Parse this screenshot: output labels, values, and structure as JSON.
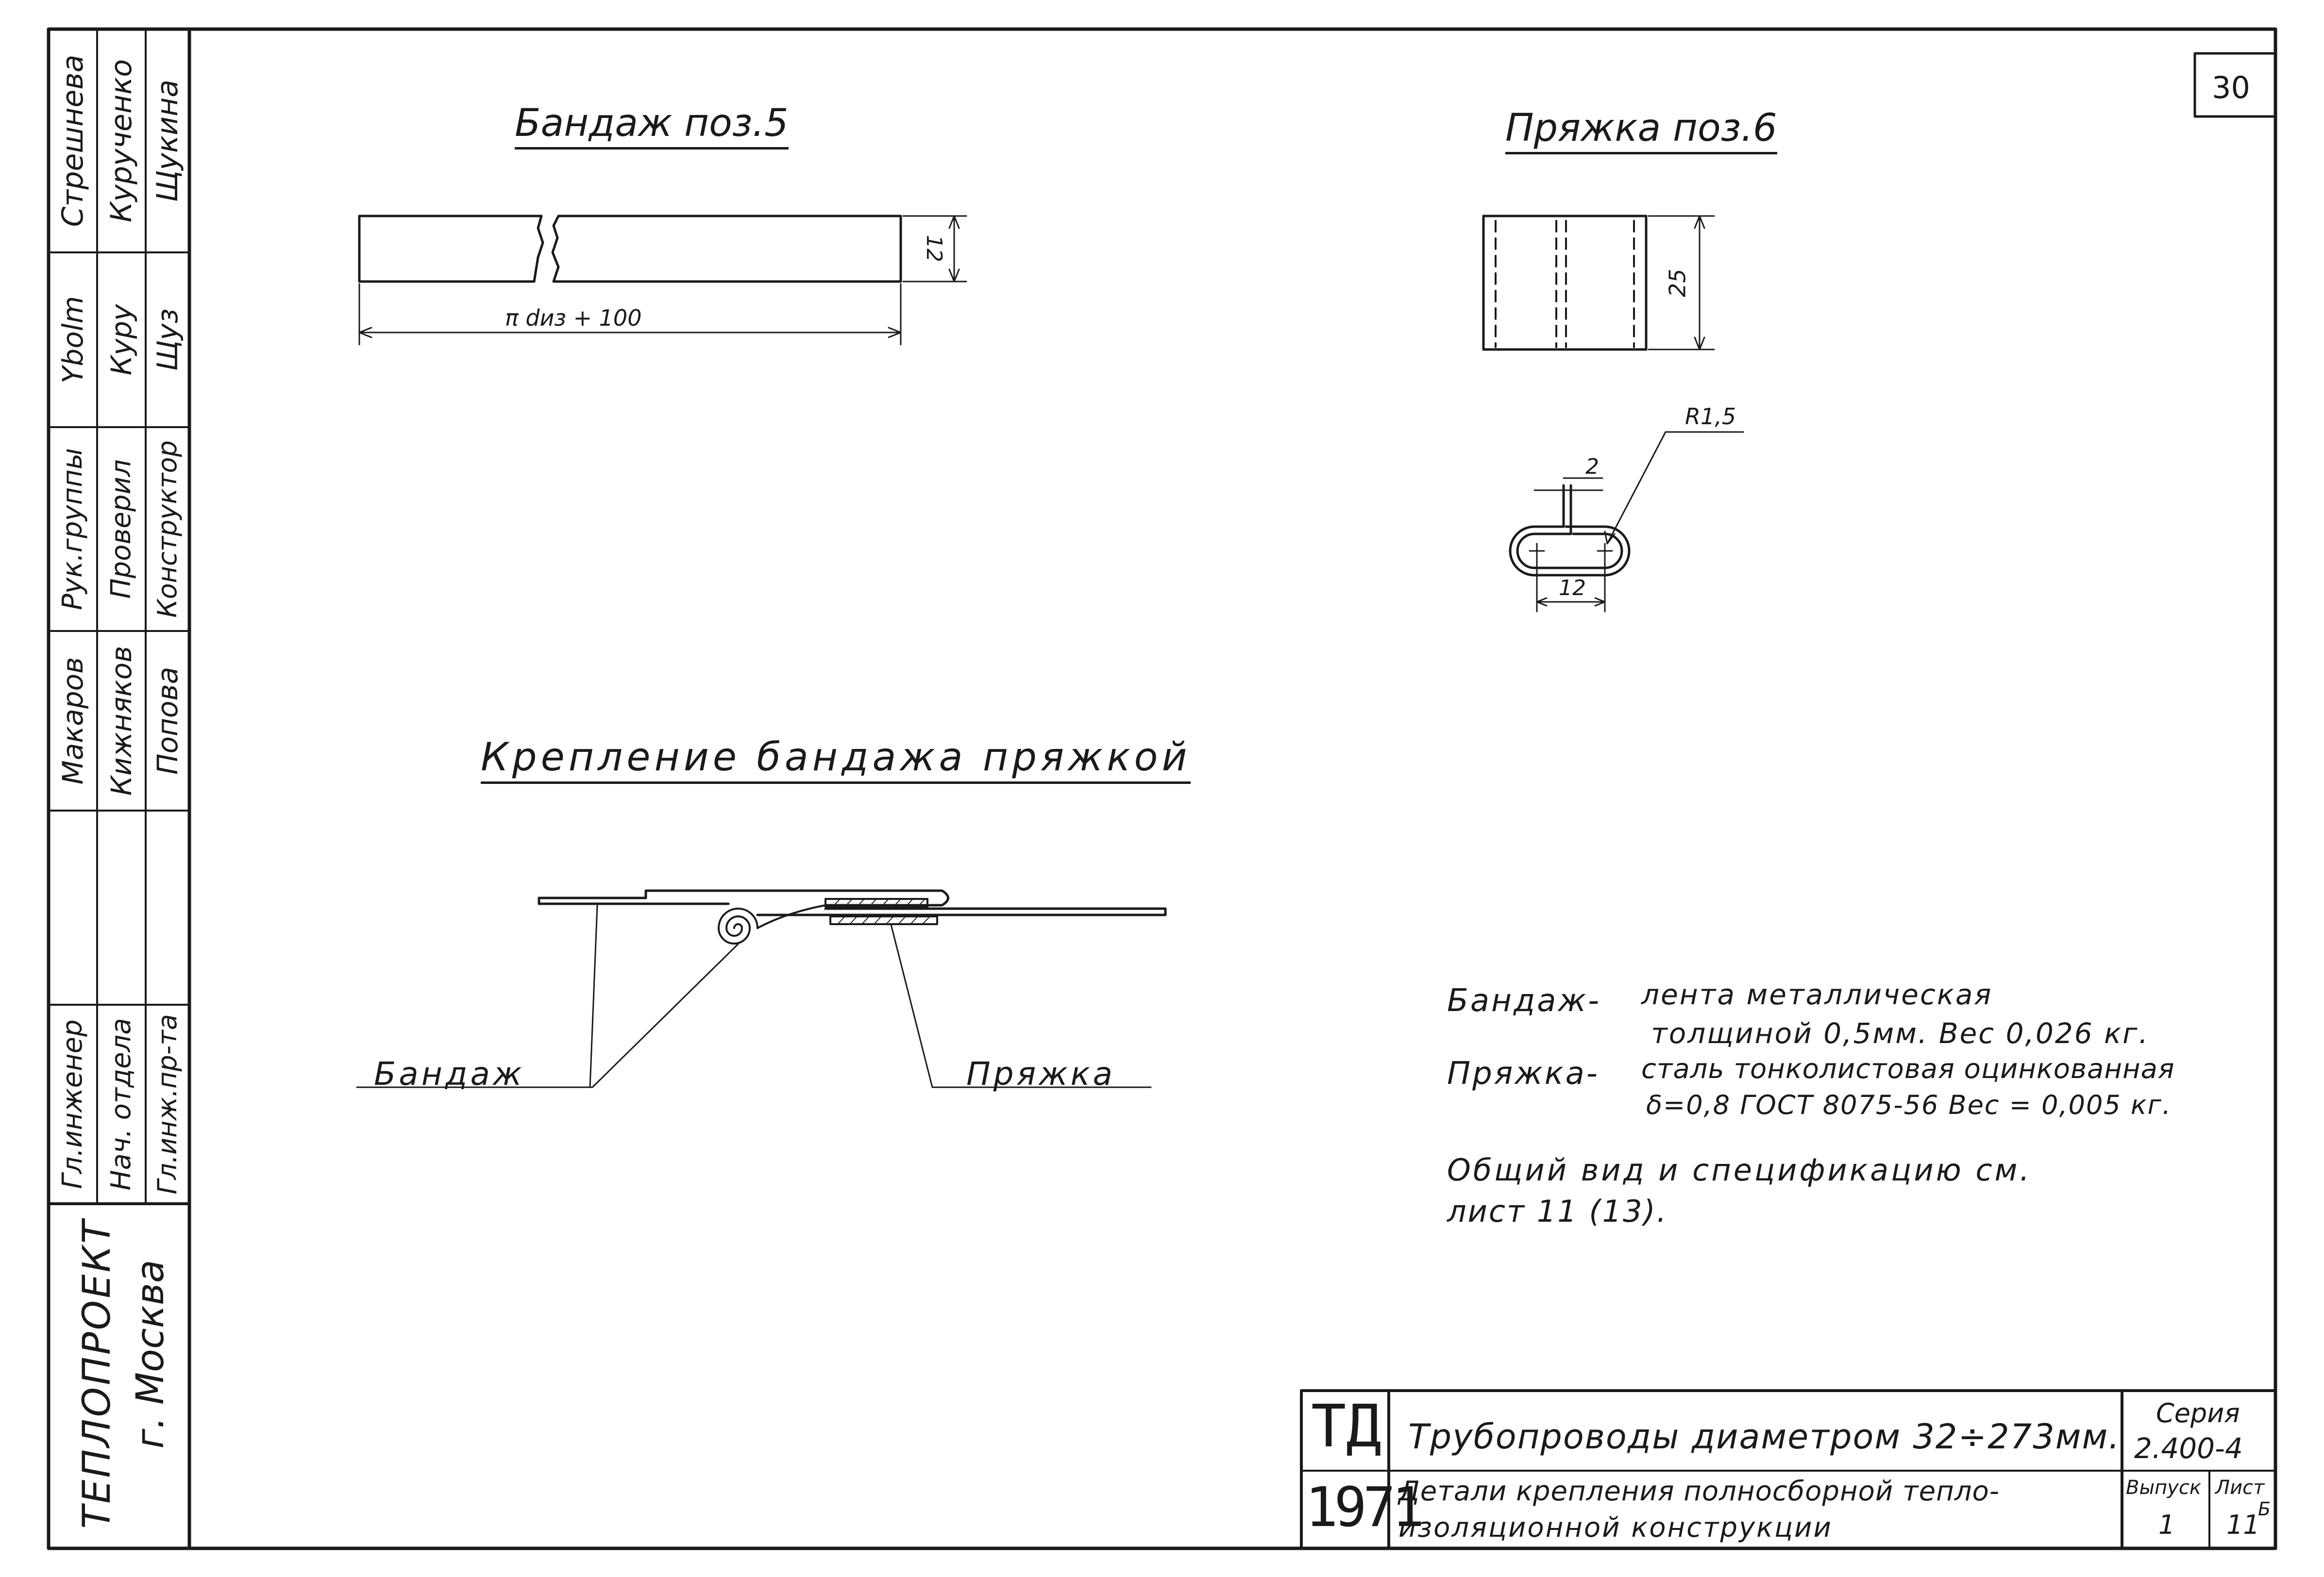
{
  "sheet_number": "30",
  "stamp": {
    "company": "ТЕПЛОПРОЕКТ",
    "city": "г. Москва",
    "rows": [
      {
        "role": "Стрешнева",
        "sign": "Ybolm",
        "role2": "Рук.группы"
      },
      {
        "role": "Курученко",
        "sign": "Куру",
        "role2": "Проверил"
      },
      {
        "role": "Щукина",
        "sign": "Щуз",
        "role2": "Конструктор"
      }
    ],
    "names": [
      "Макаров",
      "Кижняков",
      "Попова"
    ],
    "positions": [
      "Гл.инженер",
      "Нач. отдела",
      "Гл.инж.пр-та"
    ]
  },
  "drawings": {
    "bandage_title": "Бандаж поз.5",
    "bandage_dim_height": "12",
    "bandage_dim_length": "π dиз + 100",
    "buckle_title": "Пряжка поз.6",
    "buckle_dim_height": "25",
    "buckle_radius": "R1,5",
    "buckle_gap": "2",
    "buckle_width": "12",
    "fastening_title": "Крепление бандажа пряжкой",
    "label_bandage": "Бандаж",
    "label_buckle": "Пряжка"
  },
  "notes": {
    "line1_term": "Бандаж-",
    "line1_text": "лента металлическая",
    "line2_text": "толщиной 0,5мм. Вес 0,026 кг.",
    "line3_term": "Пряжка-",
    "line3_text": "сталь тонколистовая оцинкованная",
    "line4_text": "δ=0,8 ГОСТ 8075-56 Вес = 0,005 кг.",
    "line5_text": "Общий вид и спецификацию см.",
    "line6_text": "лист 11 (13)."
  },
  "title_block": {
    "td": "ТД",
    "year": "1971",
    "title_line1": "Трубопроводы диаметром 32÷273мм.",
    "title_line2": "Детали крепления полносборной тепло-",
    "title_line3": "изоляционной конструкции",
    "series_label": "Серия",
    "series_value": "2.400-4",
    "issue_label": "Выпуск",
    "issue_value": "1",
    "sheet_label": "Лист",
    "sheet_value": "11",
    "sheet_sup": "Б"
  }
}
